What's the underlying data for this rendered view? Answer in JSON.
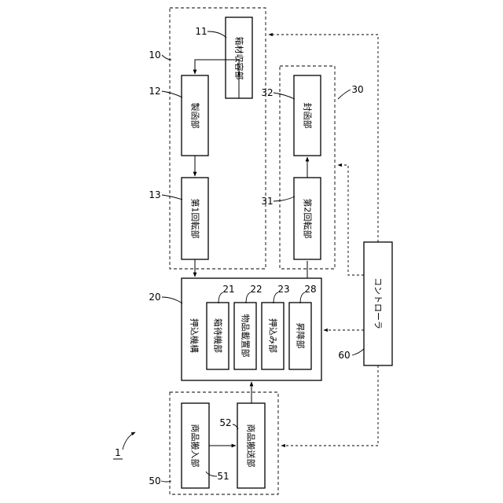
{
  "system_ref": "1",
  "groups": {
    "g10": "10",
    "g30": "30",
    "g50": "50"
  },
  "blocks": {
    "b11": {
      "ref": "11",
      "label": "箱材収容部"
    },
    "b12": {
      "ref": "12",
      "label": "製函部"
    },
    "b13": {
      "ref": "13",
      "label": "第1回転部"
    },
    "b20": {
      "ref": "20",
      "label": "押込機構"
    },
    "b21": {
      "ref": "21",
      "label": "箱待機部"
    },
    "b22": {
      "ref": "22",
      "label": "物品載置部"
    },
    "b23": {
      "ref": "23",
      "label": "押込み部"
    },
    "b28": {
      "ref": "28",
      "label": "昇降部"
    },
    "b31": {
      "ref": "31",
      "label": "第2回転部"
    },
    "b32": {
      "ref": "32",
      "label": "封函部"
    },
    "b51": {
      "ref": "51",
      "label": "商品搬入部"
    },
    "b52": {
      "ref": "52",
      "label": "商品搬送部"
    },
    "b60": {
      "ref": "60",
      "label": "コントローラ"
    }
  }
}
